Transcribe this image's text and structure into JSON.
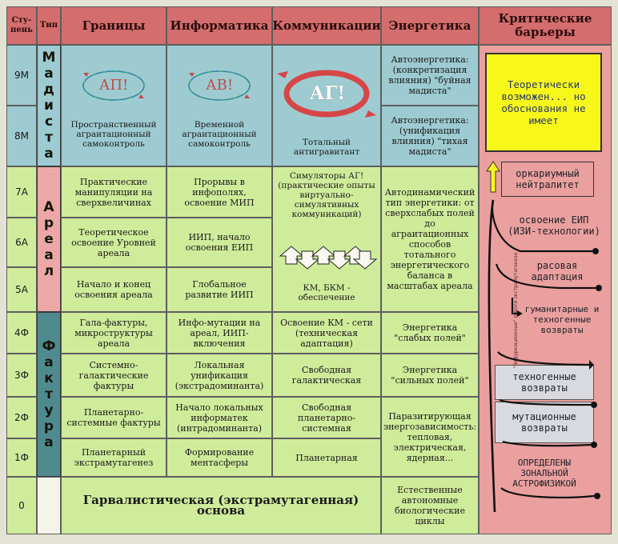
{
  "header": {
    "level": "Сту-\nпень",
    "type": "Тип",
    "columns": [
      "Границы",
      "Информатика",
      "Коммуникации",
      "Энергетика"
    ],
    "barriers": "Критические\nбарьеры"
  },
  "levels": [
    "9М",
    "8М",
    "7А",
    "6А",
    "5А",
    "4Ф",
    "3Ф",
    "2Ф",
    "1Ф",
    "0"
  ],
  "types": {
    "madista": "Мадиста",
    "areal": "Ареал",
    "faktura": "Фактура"
  },
  "madista": {
    "borders_icon": "АП!",
    "borders_text": "Пространственный аграитационный самоконтроль",
    "info_icon": "АВ!",
    "info_text": "Временной аграитационный самоконтроль",
    "comm_icon": "АГ!",
    "comm_text": "Тотальный антигравитант",
    "energy_9m": "Автоэнергетика: (конкретизация влияния) \"буйная мадиста\"",
    "energy_8m": "Автоэнергетика: (унификация влияния) \"тихая мадиста\""
  },
  "areal": {
    "borders": [
      "Практические манипуляции на сверхвеличинах",
      "Теоретическое освоение Уровней ареала",
      "Начало и конец освоения ареала"
    ],
    "info": [
      "Прорывы в инфополях, освоение МИП",
      "ИИП, начало освоения ЕИП",
      "Глобальное развитие ИИП"
    ],
    "comm_top": "Симуляторы АГ! (практические опыты виртуально-симулятивных коммуникаций)",
    "comm_bottom": "КМ, БКМ - обеспечение",
    "energy": "Автодинамический тип энергетики: от сверхслабых полей до аграитационных способов тотального энергетического баланса в масштабах ареала"
  },
  "faktura": {
    "borders": [
      "Гала-фактуры, микроструктуры ареала",
      "Системно-галактические фактуры",
      "Планетарно-системные фактуры",
      "Планетарный экстрамутагенез"
    ],
    "info": [
      "Инфо-мутации на ареал, ИИП-включения",
      "Локальная унификация (экстрадоминанта)",
      "Начало локальных информатек (интрадоминанта)",
      "Формирование ментасферы"
    ],
    "comm": [
      "Освоение КМ - сети (техническая адаптация)",
      "Свободная галактическая",
      "Свободная планетарно-системная",
      "Планетарная"
    ],
    "energy": [
      "Энергетика \"слабых полей\"",
      "Энергетика \"сильных полей\"",
      "Паразитирующая энергозависимость: тепловая, электрическая, ядерная..."
    ]
  },
  "zero": {
    "main": "Гарвалистическая (экстрамутагенная) основа",
    "energy": "Естественные автономные биологические циклы"
  },
  "barriers": {
    "theory": "Теоретически возможен... но обоснования не имеет",
    "orcarium": "оркариумный нейтралитет",
    "eip": "освоение ЕИП (ИЗИ-технологии)",
    "race": "расовая адаптация",
    "humanitarian": "гуманитарные и техногенные возвраты",
    "technogenic": "техногенные возвраты",
    "mutation": "мутационные возвраты",
    "zonal": "ОПРЕДЕЛЕНЫ ЗОНАЛЬНОЙ АСТРОФИЗИКОЙ",
    "vertical": "\"бифуркационные\" пороги экстрамутагенеза"
  },
  "colors": {
    "header": "#d46d6d",
    "teal": "#9dcbd1",
    "green": "#cfec9b",
    "pink": "#eaa09e",
    "yellow": "#f7f71a"
  }
}
